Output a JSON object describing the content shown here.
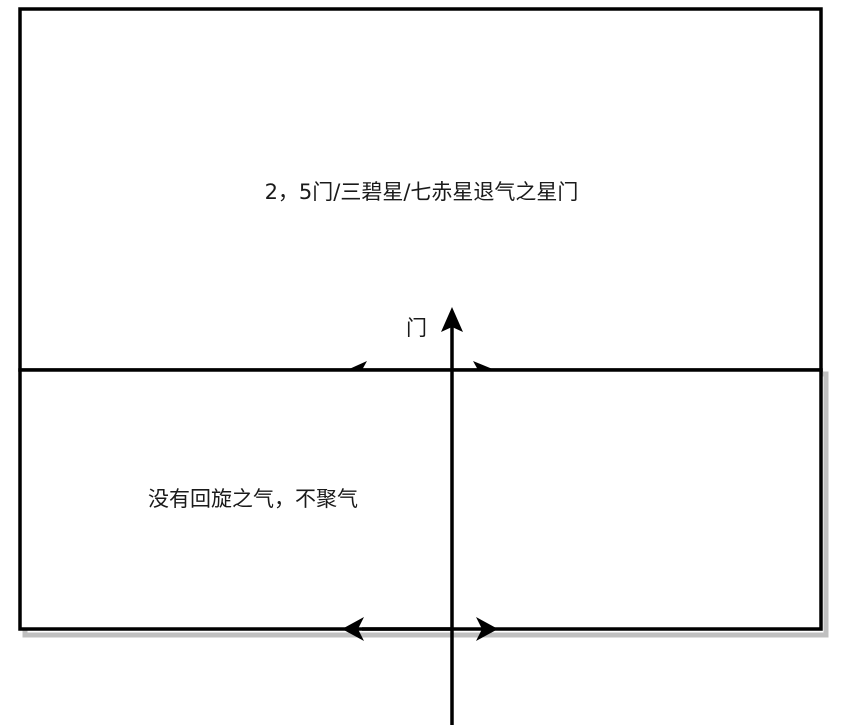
{
  "diagram": {
    "upper_room": {
      "label": "2，5门/三碧星/七赤星退气之星门"
    },
    "lower_room": {
      "label": "没有回旋之气，不聚气"
    },
    "door": {
      "label": "门"
    },
    "colors": {
      "stroke": "#000000",
      "shadow": "#c0c0c0",
      "background": "#ffffff",
      "text": "#1a1a1a"
    }
  }
}
